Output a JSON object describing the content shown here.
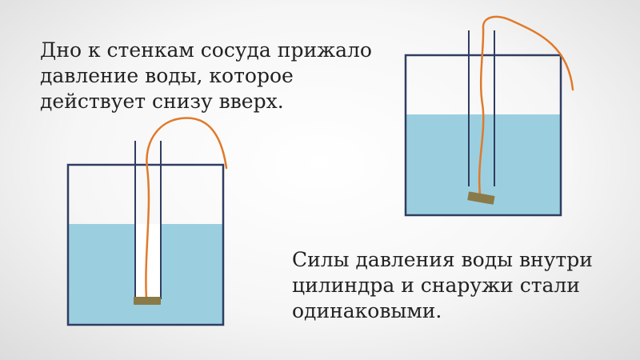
{
  "captions": {
    "top": [
      "Дно к стенкам сосуда прижало",
      "давление воды, которое",
      "действует снизу вверх."
    ],
    "bottom": [
      "Силы давления воды внутри",
      "цилиндра и снаружи стали",
      "одинаковыми."
    ]
  },
  "colors": {
    "water": "#9bcfe0",
    "vessel_outline": "#2f3d60",
    "string": "#e07a2a",
    "disk": "#8a7a48"
  }
}
